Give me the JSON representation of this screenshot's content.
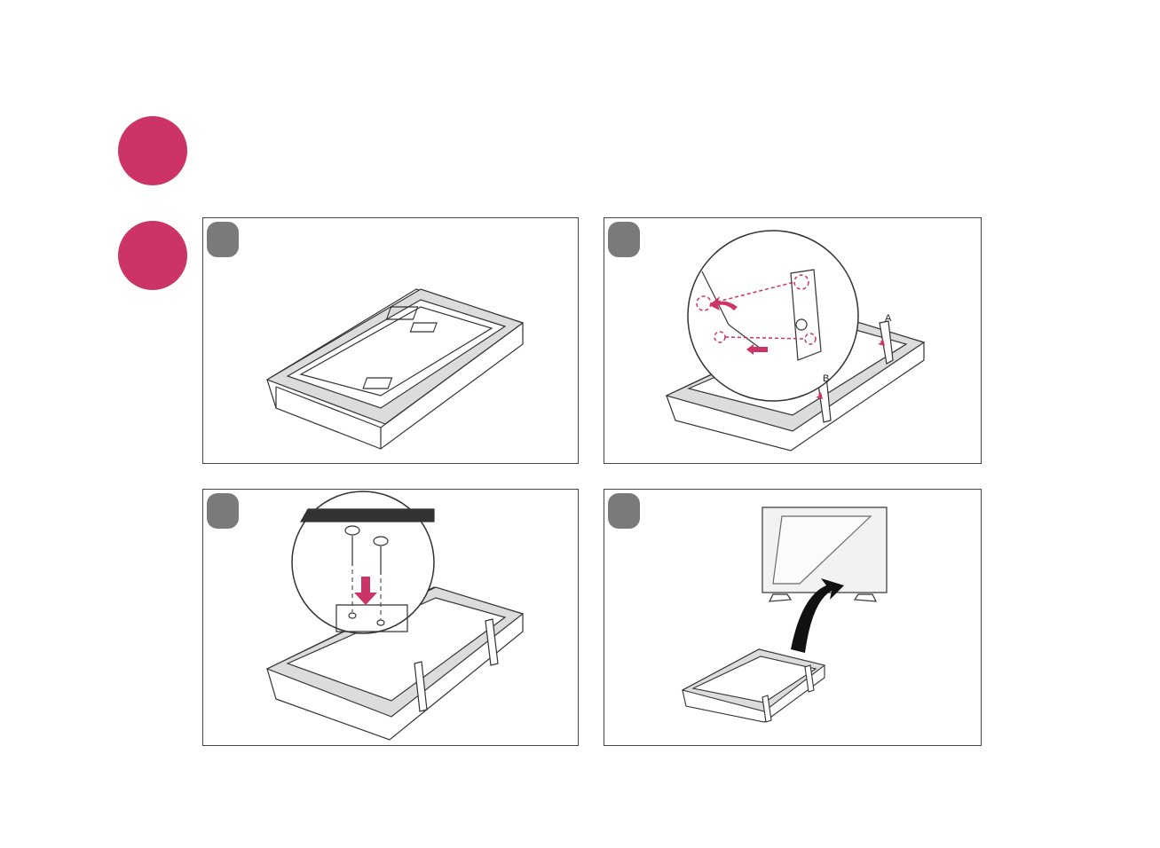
{
  "document": {
    "step_markers": [
      "step-1",
      "step-2"
    ],
    "panels": [
      {
        "id": "panel-1",
        "labels": []
      },
      {
        "id": "panel-2",
        "labels": [
          "A",
          "B"
        ]
      },
      {
        "id": "panel-3",
        "labels": []
      },
      {
        "id": "panel-4",
        "labels": []
      }
    ],
    "colors": {
      "accent": "#cc3366",
      "badge": "#7a7a7a",
      "line": "#333333"
    }
  }
}
